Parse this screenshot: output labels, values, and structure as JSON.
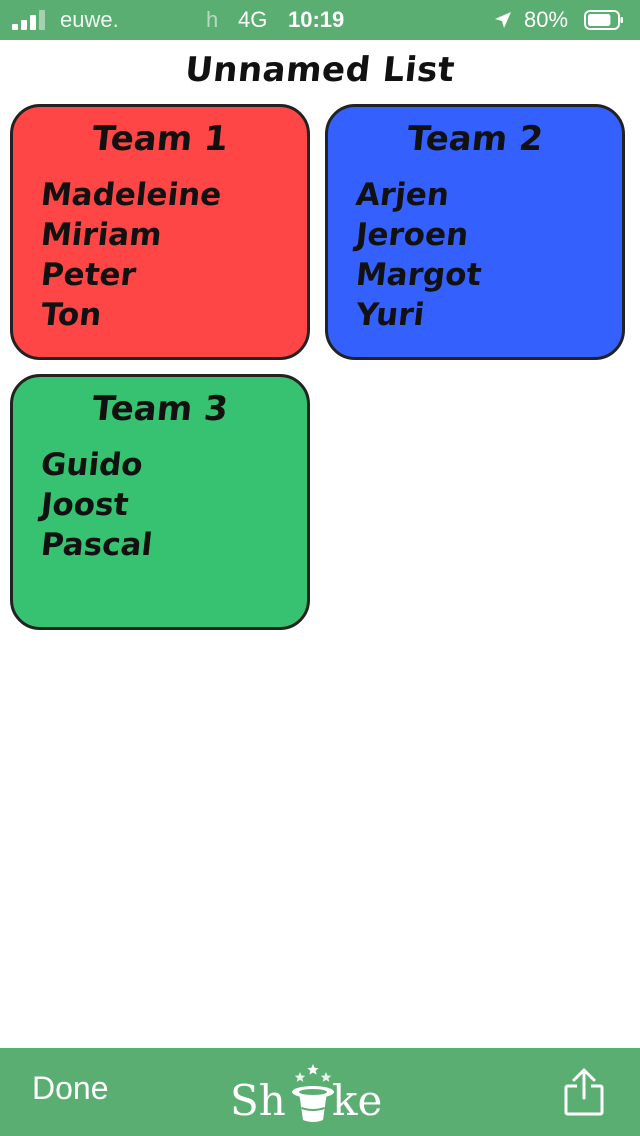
{
  "status_bar": {
    "carrier": "euwe.",
    "carrier_extra": "h",
    "network": "4G",
    "time": "10:19",
    "battery": "80%",
    "battery_level": 0.8,
    "icons": [
      "signal-icon",
      "location-arrow-icon",
      "battery-icon"
    ]
  },
  "title": "Unnamed List",
  "teams": [
    {
      "name": "Team 1",
      "color": "#fd4645",
      "members": [
        "Madeleine",
        "Miriam",
        "Peter",
        "Ton"
      ]
    },
    {
      "name": "Team 2",
      "color": "#3461fd",
      "members": [
        "Arjen",
        "Jeroen",
        "Margot",
        "Yuri"
      ]
    },
    {
      "name": "Team 3",
      "color": "#36c270",
      "members": [
        "Guido",
        "Joost",
        "Pascal"
      ]
    }
  ],
  "bottom_bar": {
    "done_label": "Done",
    "logo_left": "Sh",
    "logo_right": "ke",
    "logo_icon": "magic-hat-icon",
    "share_icon": "share-icon"
  },
  "colors": {
    "bar": "#5aae72",
    "card_border": "#222222"
  }
}
